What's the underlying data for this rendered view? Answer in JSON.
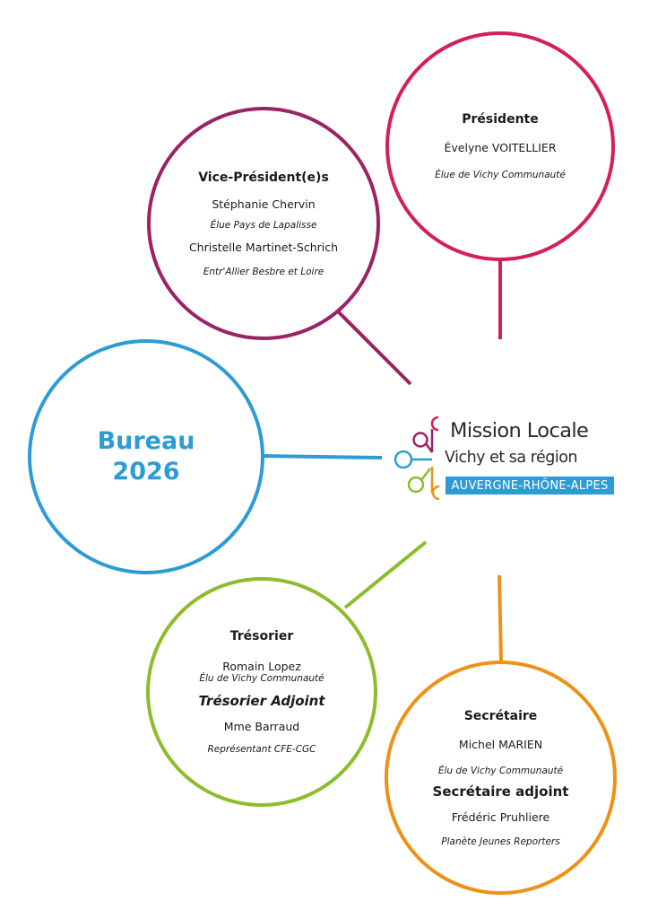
{
  "colors": {
    "presidente": "#d51f59",
    "vice": "#9c2263",
    "bureau": "#2e9cd4",
    "tresorier": "#8cbd2c",
    "secretaire": "#ed9216"
  },
  "bureau": {
    "line1": "Bureau",
    "line2": "2026"
  },
  "presidente": {
    "role": "Présidente",
    "name": "Évelyne VOITELLIER",
    "affiliation": "Élue de Vichy Communauté"
  },
  "vice": {
    "role": "Vice-Président(e)s",
    "members": [
      {
        "name": "Stéphanie Chervin",
        "affiliation": "Élue Pays de Lapalisse"
      },
      {
        "name": "Christelle Martinet-Schrich",
        "affiliation": "Entr'Allier Besbre et Loire"
      }
    ]
  },
  "tresorier": {
    "role": "Trésorier",
    "name": "Romain Lopez",
    "affiliation": "Élu de Vichy Communauté",
    "adjoint_role": "Trésorier Adjoint",
    "adjoint_name": "Mme Barraud",
    "adjoint_affiliation": "Représentant CFE-CGC"
  },
  "secretaire": {
    "role": "Secrétaire",
    "name": "Michel MARIEN",
    "affiliation": "Élu de Vichy Communauté",
    "adjoint_role": "Secrétaire adjoint",
    "adjoint_name": "Frédéric Pruhliere",
    "adjoint_affiliation": "Planète Jeunes Reporters"
  },
  "logo": {
    "title": "Mission Locale",
    "subtitle": "Vichy et sa région",
    "banner": "AUVERGNE-RHÔNE-ALPES"
  }
}
